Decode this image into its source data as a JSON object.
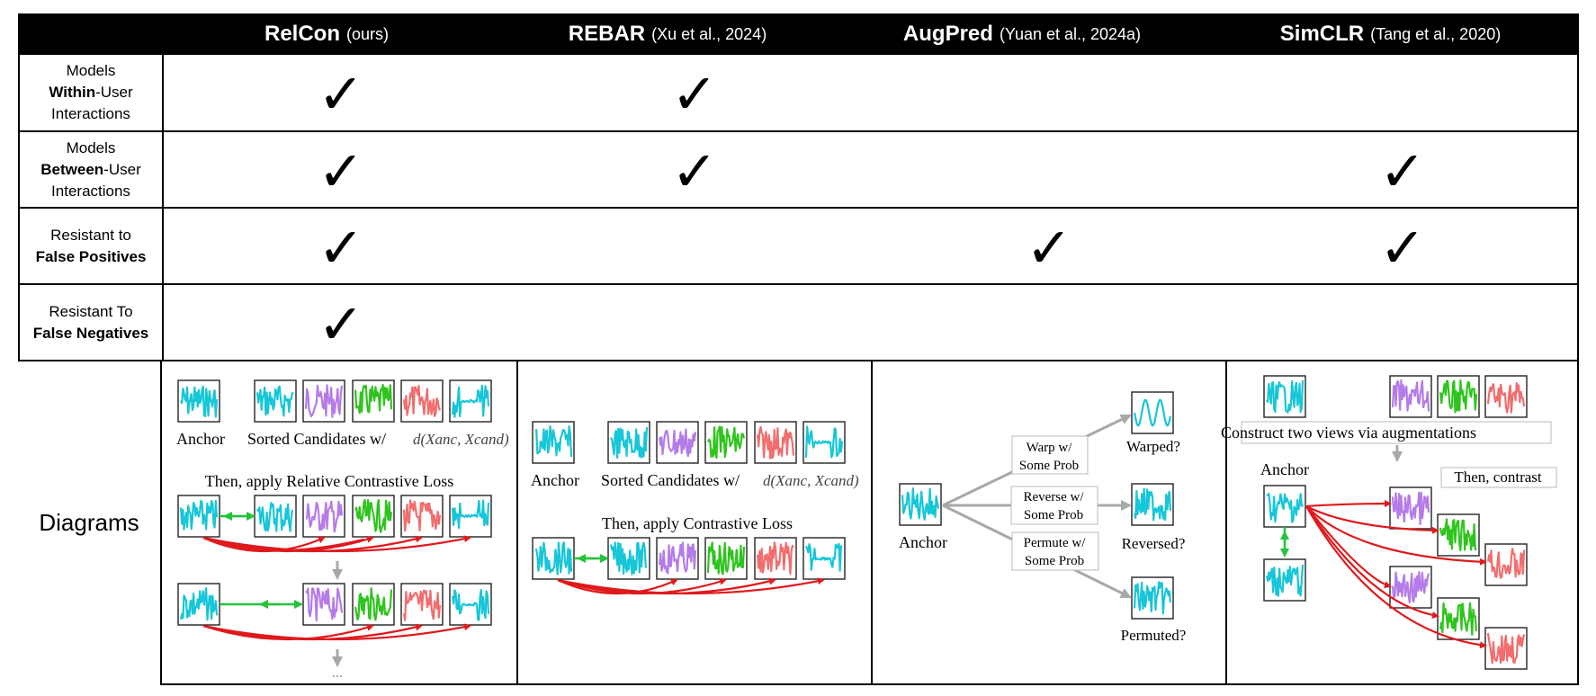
{
  "header": {
    "columns": [
      {
        "name": "RelCon",
        "cite": "(ours)"
      },
      {
        "name": "REBAR",
        "cite": "(Xu et al., 2024)"
      },
      {
        "name": "AugPred",
        "cite": "(Yuan et al., 2024a)"
      },
      {
        "name": "SimCLR",
        "cite": "(Tang et al., 2020)"
      }
    ]
  },
  "rows": [
    {
      "label_pre": "Models",
      "label_bold": "Within",
      "label_post": "-User Interactions",
      "checks": [
        true,
        true,
        false,
        false
      ]
    },
    {
      "label_pre": "Models",
      "label_bold": "Between",
      "label_post": "-User Interactions",
      "checks": [
        true,
        true,
        false,
        true
      ]
    },
    {
      "label_pre": "Resistant to",
      "label_bold": "False Positives",
      "label_post": "",
      "checks": [
        true,
        false,
        true,
        true
      ]
    },
    {
      "label_pre": "Resistant To",
      "label_bold": "False Negatives",
      "label_post": "",
      "checks": [
        true,
        false,
        false,
        false
      ]
    }
  ],
  "check_glyph": "✓",
  "diagrams_label": "Diagrams",
  "panels": {
    "relcon": {
      "anchor": "Anchor",
      "sorted": "Sorted Candidates w/",
      "dist": "d(Xanc, Xcand)",
      "then": "Then, apply Relative Contrastive Loss",
      "ellipsis": "..."
    },
    "rebar": {
      "anchor": "Anchor",
      "sorted": "Sorted Candidates w/",
      "dist": "d(Xanc, Xcand)",
      "then": "Then, apply Contrastive Loss"
    },
    "augpred": {
      "anchor": "Anchor",
      "warp": [
        "Warp w/",
        "Some Prob"
      ],
      "reverse": [
        "Reverse w/",
        "Some Prob"
      ],
      "permute": [
        "Permute w/",
        "Some Prob"
      ],
      "warped": "Warped?",
      "reversed": "Reversed?",
      "permuted": "Permuted?"
    },
    "simclr": {
      "construct": "Construct two views via augmentations",
      "anchor": "Anchor",
      "then": "Then, contrast"
    }
  },
  "colors": {
    "cyan": "#17c6d8",
    "purple": "#b57be8",
    "green": "#2fc41e",
    "salmon": "#f26d6d",
    "red_arrow": "#e0191c",
    "green_arrow": "#23c43a",
    "gray_arrow": "#a8a8a8"
  }
}
